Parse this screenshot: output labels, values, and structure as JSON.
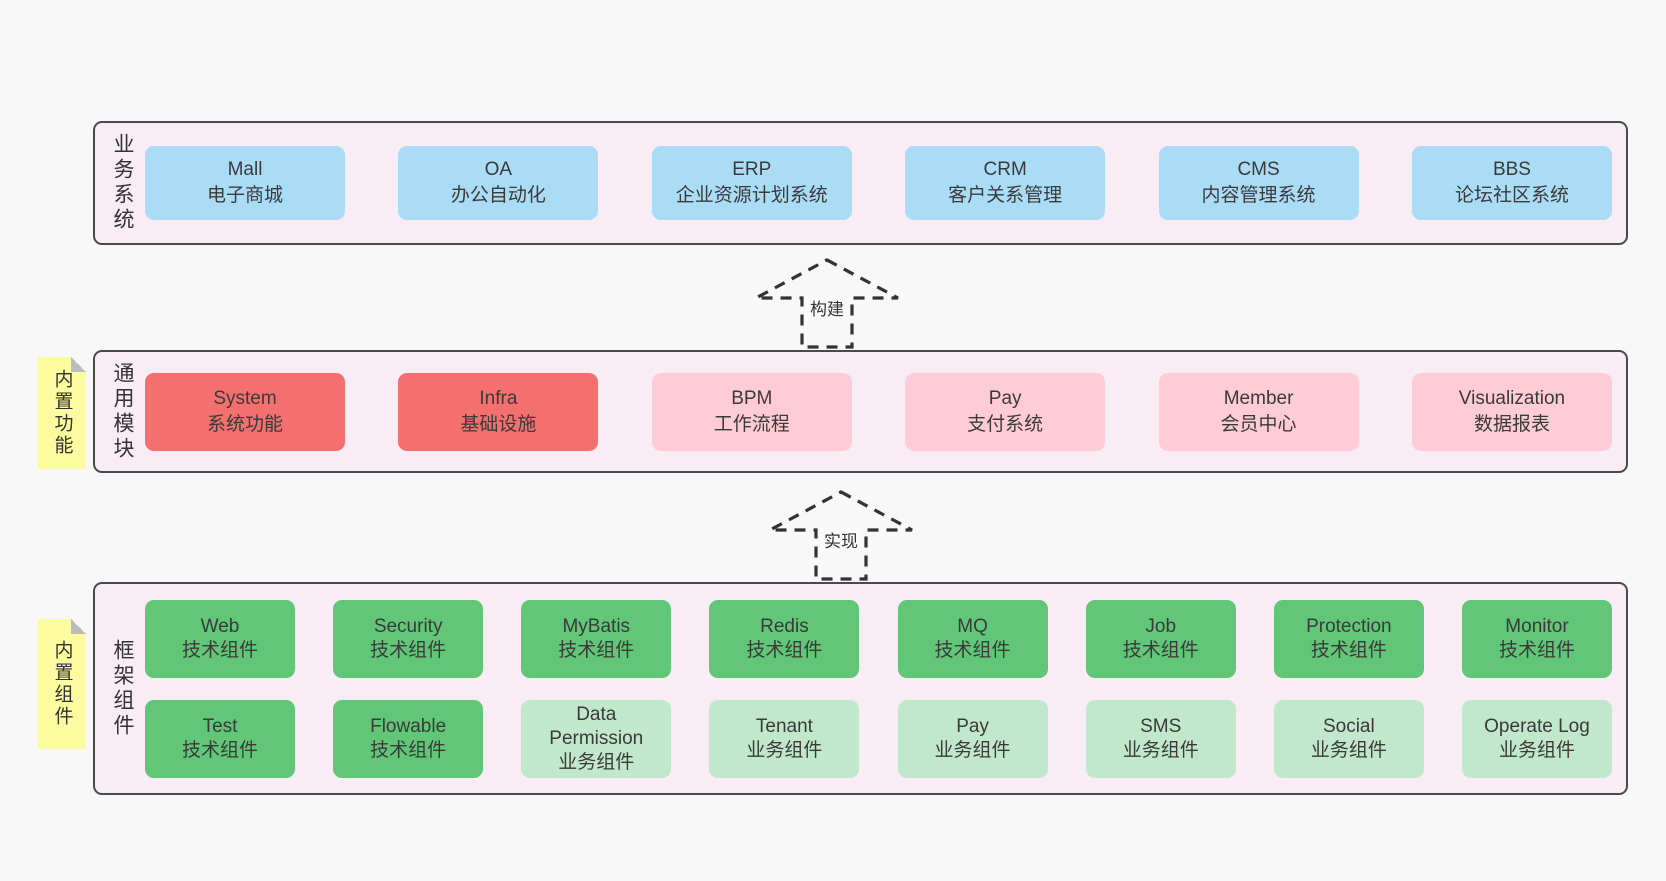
{
  "arrows": [
    {
      "label": "构建"
    },
    {
      "label": "实现"
    }
  ],
  "layers": {
    "business": {
      "label": "业务系统",
      "boxes": [
        {
          "title": "Mall",
          "subtitle": "电子商城",
          "variant": "blue"
        },
        {
          "title": "OA",
          "subtitle": "办公自动化",
          "variant": "blue"
        },
        {
          "title": "ERP",
          "subtitle": "企业资源计划系统",
          "variant": "blue"
        },
        {
          "title": "CRM",
          "subtitle": "客户关系管理",
          "variant": "blue"
        },
        {
          "title": "CMS",
          "subtitle": "内容管理系统",
          "variant": "blue"
        },
        {
          "title": "BBS",
          "subtitle": "论坛社区系统",
          "variant": "blue"
        }
      ]
    },
    "modules": {
      "label": "通用模块",
      "note": "内置功能",
      "boxes": [
        {
          "title": "System",
          "subtitle": "系统功能",
          "variant": "red"
        },
        {
          "title": "Infra",
          "subtitle": "基础设施",
          "variant": "red"
        },
        {
          "title": "BPM",
          "subtitle": "工作流程",
          "variant": "pink"
        },
        {
          "title": "Pay",
          "subtitle": "支付系统",
          "variant": "pink"
        },
        {
          "title": "Member",
          "subtitle": "会员中心",
          "variant": "pink"
        },
        {
          "title": "Visualization",
          "subtitle": "数据报表",
          "variant": "pink"
        }
      ]
    },
    "components": {
      "label": "框架组件",
      "note": "内置组件",
      "row1": [
        {
          "title": "Web",
          "subtitle": "技术组件",
          "variant": "green"
        },
        {
          "title": "Security",
          "subtitle": "技术组件",
          "variant": "green"
        },
        {
          "title": "MyBatis",
          "subtitle": "技术组件",
          "variant": "green"
        },
        {
          "title": "Redis",
          "subtitle": "技术组件",
          "variant": "green"
        },
        {
          "title": "MQ",
          "subtitle": "技术组件",
          "variant": "green"
        },
        {
          "title": "Job",
          "subtitle": "技术组件",
          "variant": "green"
        },
        {
          "title": "Protection",
          "subtitle": "技术组件",
          "variant": "green"
        },
        {
          "title": "Monitor",
          "subtitle": "技术组件",
          "variant": "green"
        }
      ],
      "row2": [
        {
          "title": "Test",
          "subtitle": "技术组件",
          "variant": "green"
        },
        {
          "title": "Flowable",
          "subtitle": "技术组件",
          "variant": "green"
        },
        {
          "title": "Data Permission",
          "subtitle": "业务组件",
          "variant": "lightgreen"
        },
        {
          "title": "Tenant",
          "subtitle": "业务组件",
          "variant": "lightgreen"
        },
        {
          "title": "Pay",
          "subtitle": "业务组件",
          "variant": "lightgreen"
        },
        {
          "title": "SMS",
          "subtitle": "业务组件",
          "variant": "lightgreen"
        },
        {
          "title": "Social",
          "subtitle": "业务组件",
          "variant": "lightgreen"
        },
        {
          "title": "Operate Log",
          "subtitle": "业务组件",
          "variant": "lightgreen"
        }
      ]
    }
  },
  "colors": {
    "background": "#f8f8f8",
    "layer_bg": "#f8ecf5",
    "layer_border": "#4a4a4a",
    "blue": "#abdcf6",
    "red": "#f4706f",
    "pink": "#ffccd5",
    "green": "#61c678",
    "lightgreen": "#c2e8cb",
    "note_yellow": "#fbfb9f",
    "text": "#3a3a3a"
  }
}
